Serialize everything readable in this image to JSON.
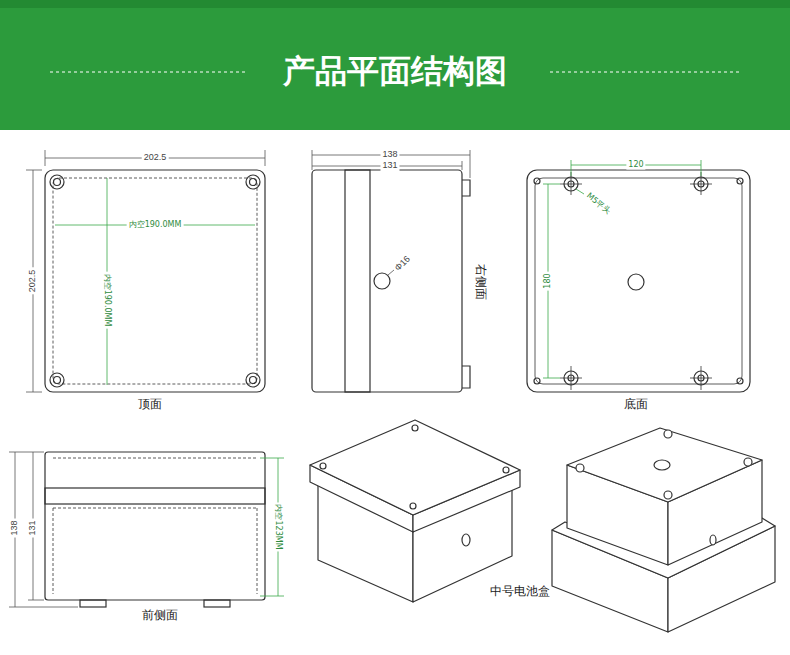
{
  "diagram": {
    "title": "产品平面结构图",
    "labels": [
      "202.5",
      "202.5",
      "内空190.0MM",
      "内空190.0MM",
      "顶面",
      "138",
      "131",
      "Φ16",
      "右侧面",
      "120",
      "M5平头",
      "180",
      "底面",
      "138",
      "131",
      "内空123MM",
      "前侧面",
      "中号电池盒"
    ]
  }
}
